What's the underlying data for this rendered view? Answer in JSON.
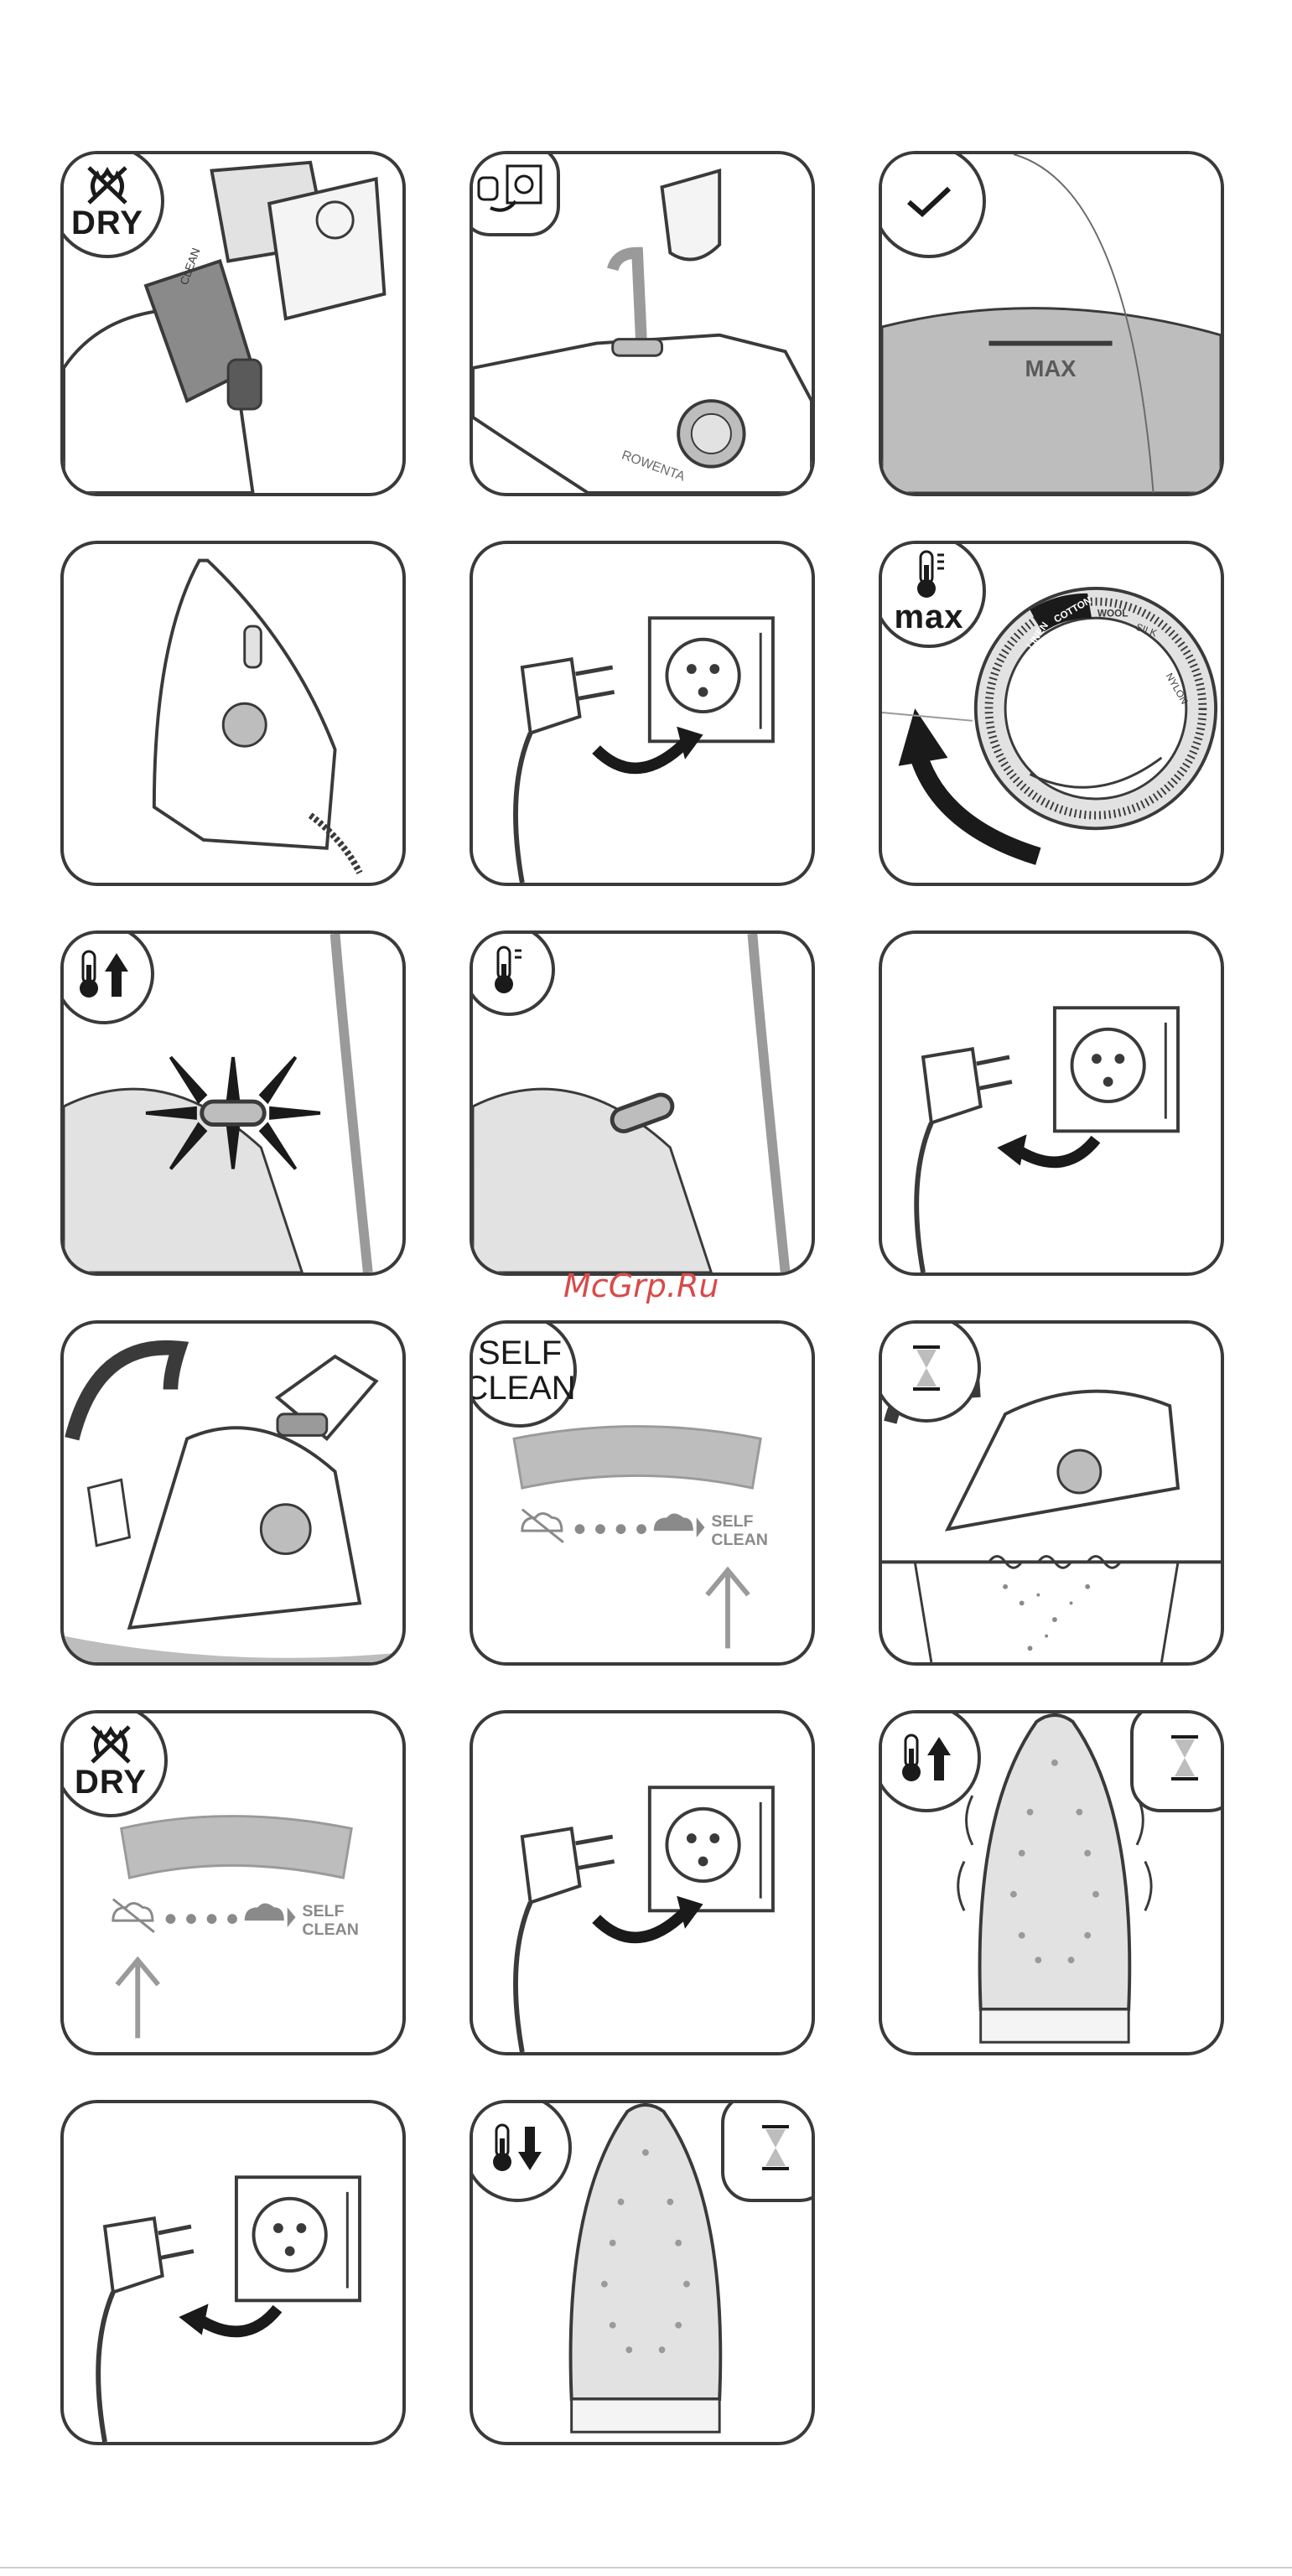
{
  "badges": {
    "dry": "DRY",
    "max": "max",
    "self_clean": "SELF\nCLEAN",
    "max_tank": "MAX"
  },
  "dial": {
    "labels": [
      "LINEN",
      "COTTON",
      "WOOL",
      "SILK",
      "NYLON"
    ]
  },
  "slider": {
    "self_clean_label_1": "SELF",
    "self_clean_label_2": "CLEAN"
  },
  "brand": "ROWENTA",
  "watermark": "McGrp.Ru",
  "colors": {
    "outline": "#3a3a3a",
    "grey_fill": "#bdbdbd",
    "light_grey": "#e2e2e2",
    "dark": "#1a1a1a",
    "watermark": "#d84a4a"
  }
}
